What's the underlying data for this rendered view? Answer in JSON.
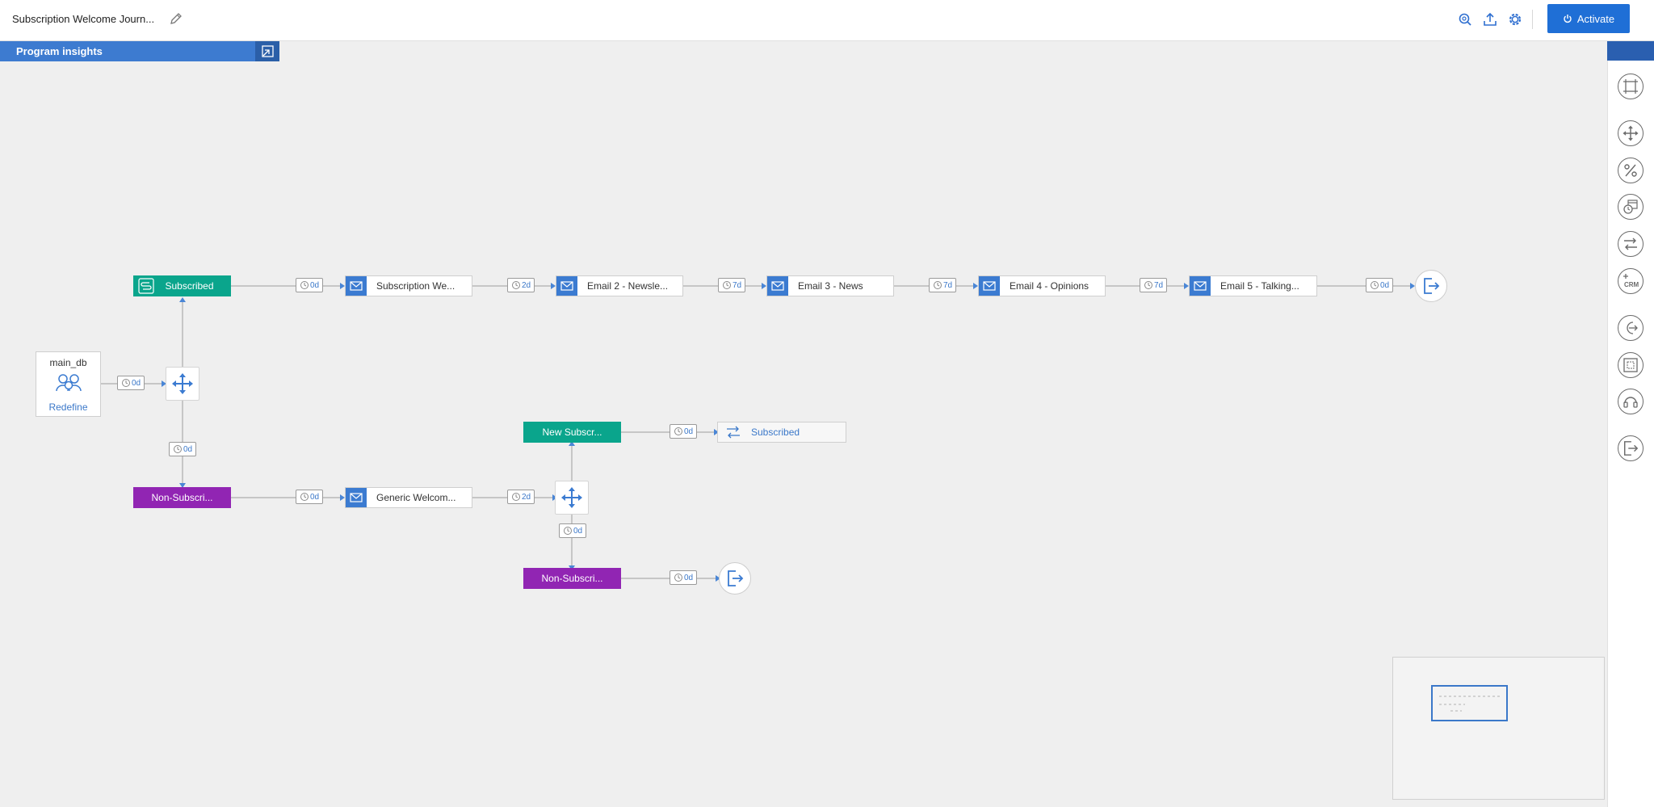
{
  "header": {
    "title": "Subscription Welcome Journ...",
    "activate_label": "Activate",
    "icons": [
      "edit-icon",
      "search-icon",
      "upload-icon",
      "settings-icon",
      "power-icon"
    ]
  },
  "insights": {
    "label": "Program insights"
  },
  "audience": {
    "name": "main_db",
    "action": "Redefine"
  },
  "segments": {
    "subscribed": "Subscribed",
    "non_subscribed_1": "Non-Subscri...",
    "new_subscribed": "New Subscr...",
    "non_subscribed_2": "Non-Subscri..."
  },
  "emails": {
    "e1": "Subscription We...",
    "e2": "Email 2 - Newsle...",
    "e3": "Email 3 - News",
    "e4": "Email 4 - Opinions",
    "e5": "Email 5 - Talking...",
    "generic": "Generic Welcom..."
  },
  "change_status": {
    "label": "Subscribed"
  },
  "delays": {
    "d_audience": "0d",
    "d_down": "0d",
    "d_sub_e1": "0d",
    "d_e1_e2": "2d",
    "d_e2_e3": "7d",
    "d_e3_e4": "7d",
    "d_e4_e5": "7d",
    "d_e5_exit": "0d",
    "d_non_generic": "0d",
    "d_generic_split": "2d",
    "d_split2_down": "0d",
    "d_new_change": "0d",
    "d_non2_exit": "0d"
  },
  "tools": [
    "crop-icon",
    "split-icon",
    "percent-icon",
    "calendar-delay-icon",
    "change-status-icon",
    "crm-icon",
    "exit-person-icon",
    "frame-icon",
    "headset-icon",
    "exit-icon"
  ],
  "colors": {
    "accent": "#1f6fd6",
    "segment_green": "#0aa58c",
    "segment_purple": "#9125b3",
    "link_blue": "#3b78c9"
  }
}
